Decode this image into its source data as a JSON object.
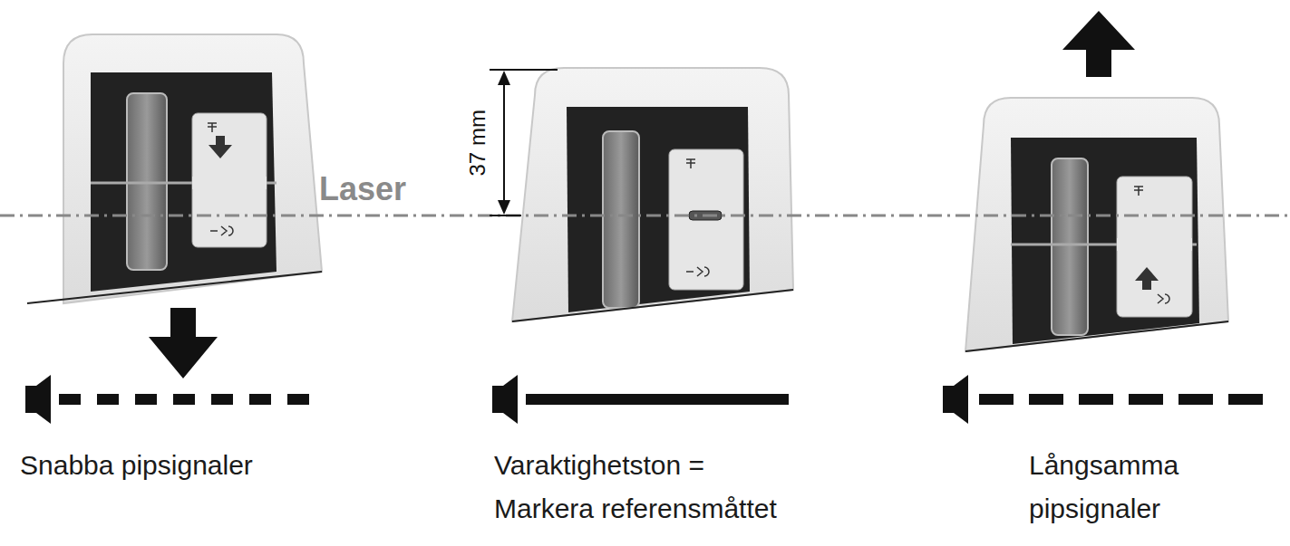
{
  "diagram": {
    "labels": [
      "Laser",
      "37 mm",
      "Snabba pipsignaler",
      "Långsamma",
      "Varaktighetston =",
      "Markera referensmåttet",
      "pipsignaler"
    ]
  }
}
